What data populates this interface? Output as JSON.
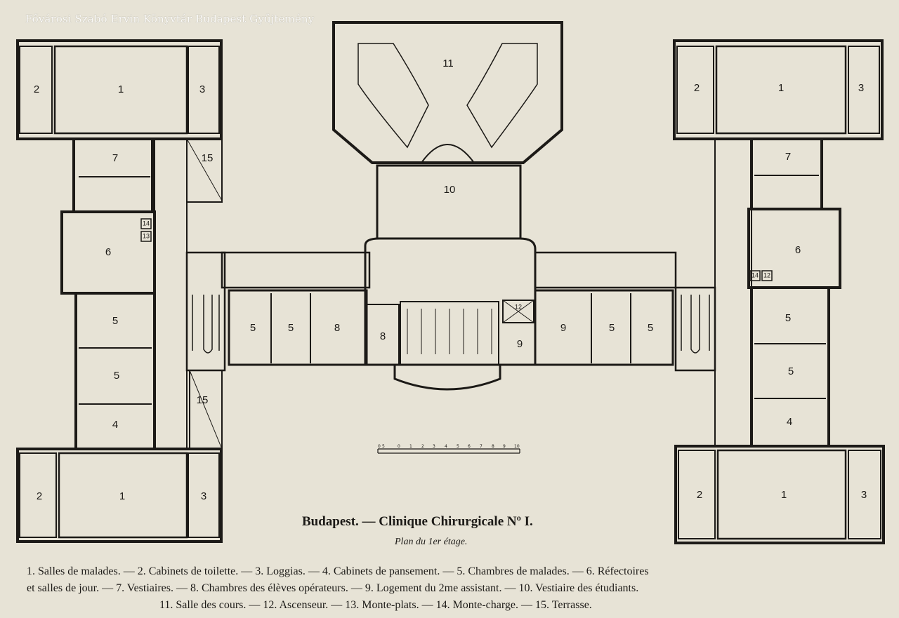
{
  "watermark": "Fővárosi Szabó Ervin Könyvtár Budapest Gyűjtemény",
  "title": "Budapest. — Clinique Chirurgicale Nº I.",
  "subtitle": "Plan du 1er étage.",
  "scale_labels": [
    "0",
    "5",
    "0",
    "1",
    "2",
    "3",
    "4",
    "5",
    "6",
    "7",
    "8",
    "9",
    "10"
  ],
  "legend": {
    "line1": "1. Salles de malades. — 2. Cabinets de toilette. — 3. Loggias. — 4. Cabinets de pansement. — 5. Chambres de malades. — 6. Réfectoires",
    "line2": "et salles de jour. — 7. Vestiaires. — 8. Chambres des élèves opérateurs. — 9. Logement du 2me assistant. — 10. Vestiaire des étudiants.",
    "line3": "11. Salle des cours. — 12. Ascenseur. — 13. Monte-plats. — 14. Monte-charge. — 15. Terrasse."
  },
  "room_labels": {
    "left_1_top": "1",
    "left_2_top": "2",
    "left_3_top": "3",
    "left_7": "7",
    "left_15_top": "15",
    "left_14": "14",
    "left_13": "13",
    "left_6": "6",
    "left_5_a": "5",
    "left_5_b": "5",
    "left_4": "4",
    "left_15_bottom": "15",
    "left_1_bottom": "1",
    "left_2_bottom": "2",
    "left_3_bottom": "3",
    "center_11": "11",
    "center_10": "10",
    "center_5_a": "5",
    "center_5_b": "5",
    "center_8_a": "8",
    "center_8_b": "8",
    "center_12": "12",
    "center_9_a": "9",
    "center_9_b": "9",
    "center_5_c": "5",
    "center_5_d": "5",
    "right_1_top": "1",
    "right_2_top": "2",
    "right_3_top": "3",
    "right_7": "7",
    "right_6": "6",
    "right_14": "14",
    "right_12": "12",
    "right_5_a": "5",
    "right_5_b": "5",
    "right_4": "4",
    "right_1_bottom": "1",
    "right_2_bottom": "2",
    "right_3_bottom": "3"
  }
}
